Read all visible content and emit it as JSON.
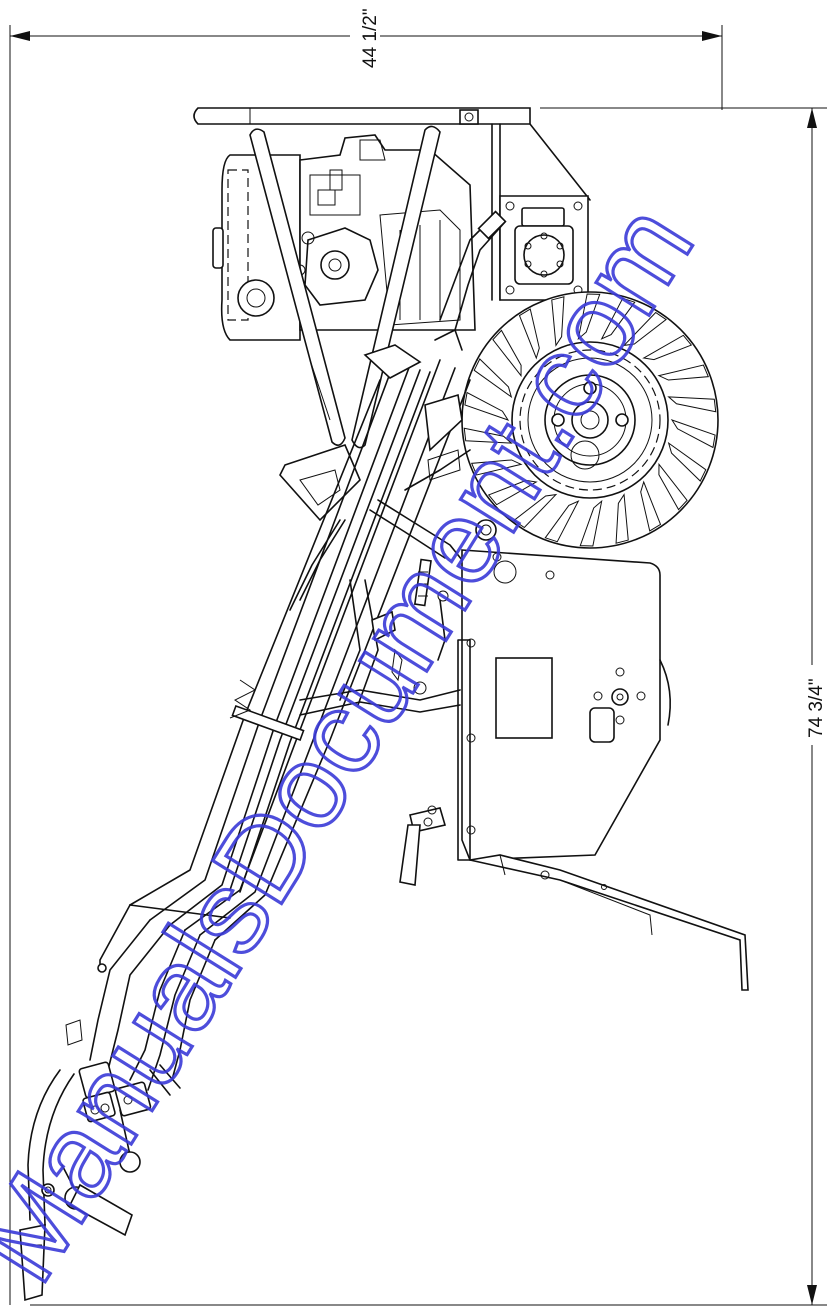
{
  "dimensions": {
    "width_label": "44 1/2\"",
    "length_label": "74 3/4\""
  },
  "watermark": {
    "text": "ManualsDocument.com"
  },
  "colors": {
    "line": "#111111",
    "watermark": "#3a3ad8",
    "background": "#ffffff"
  }
}
